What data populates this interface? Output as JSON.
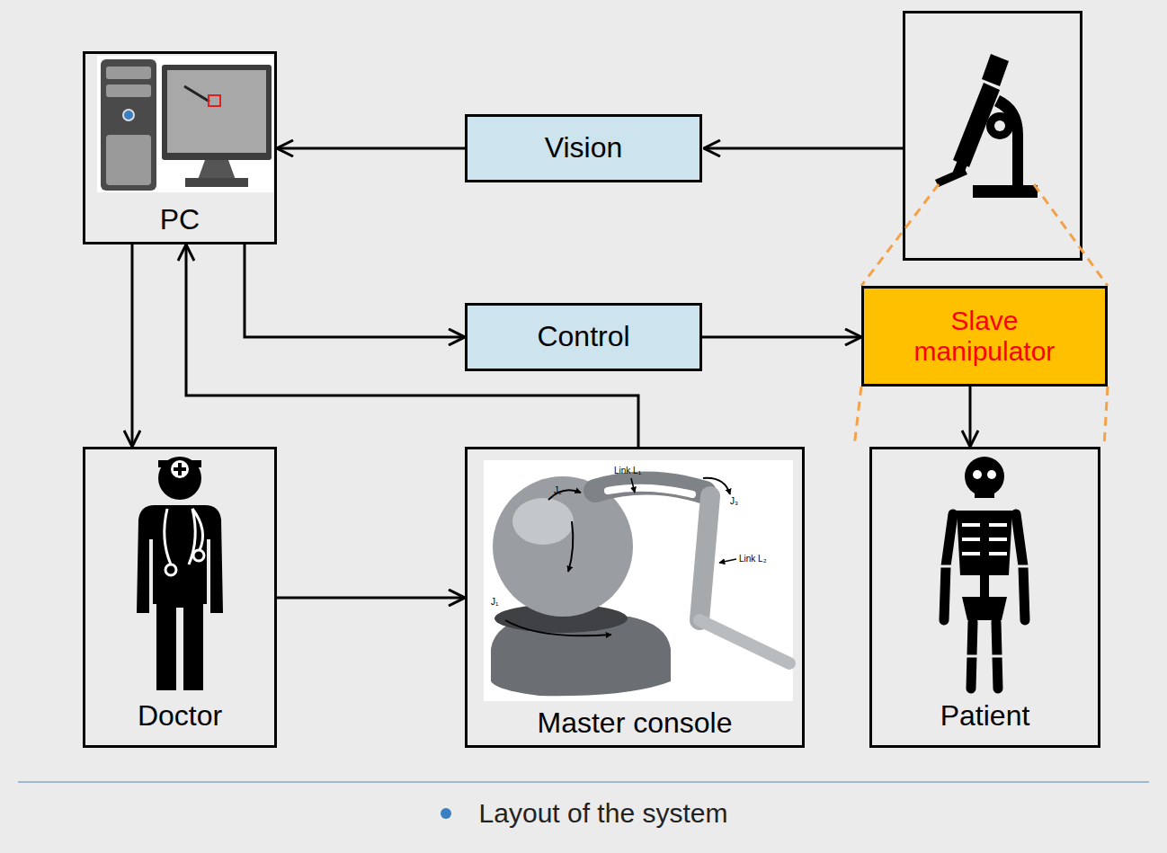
{
  "diagram": {
    "caption": "Layout of the system",
    "nodes": [
      {
        "text": [
          "PC"
        ]
      },
      {
        "text": [
          "Vision"
        ]
      },
      {
        "text": [
          "Control"
        ]
      },
      {
        "text": [
          "Slave manipulator"
        ]
      },
      {
        "text": [
          "Doctor"
        ]
      },
      {
        "text": [
          "Master console"
        ]
      },
      {
        "text": [
          "Patient"
        ]
      }
    ],
    "edges": [
      {
        "from": 1,
        "to": 0,
        "arrow": "to"
      },
      {
        "from": 0,
        "to": 2,
        "arrow": "to"
      },
      {
        "from": 2,
        "to": 3,
        "arrow": "to"
      },
      {
        "from": 0,
        "to": 4,
        "arrow": "to"
      },
      {
        "from": 5,
        "to": 0,
        "arrow": "to"
      },
      {
        "from": 4,
        "to": 5,
        "arrow": "to"
      },
      {
        "from": 3,
        "to": 6,
        "arrow": "to"
      }
    ],
    "labels": [
      "Link L₁",
      "J₂",
      "J₃",
      "Link L₂",
      "J₁"
    ]
  }
}
